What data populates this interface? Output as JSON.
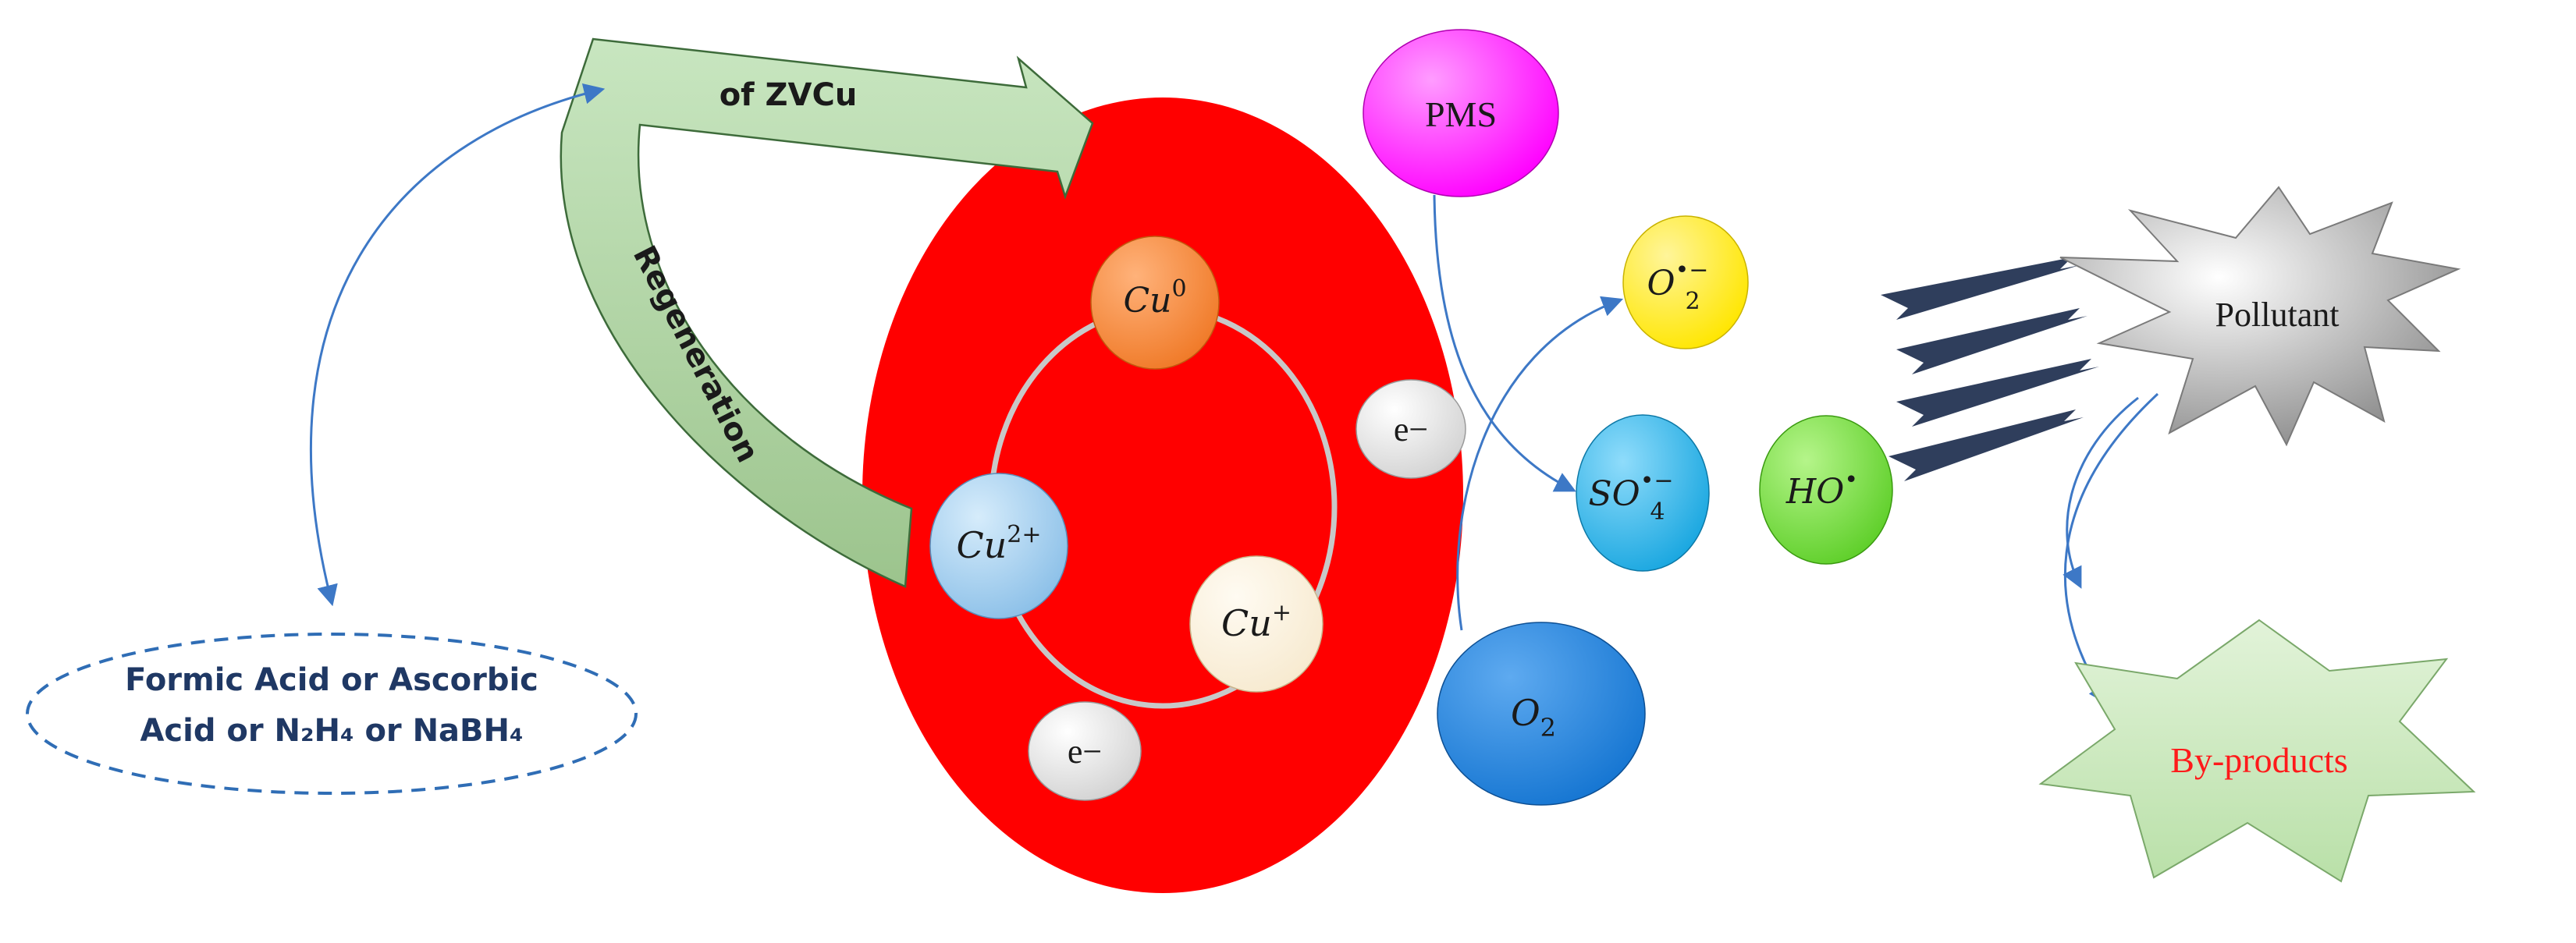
{
  "diagram": {
    "regeneration_arrow": {
      "line1": "of ZVCu",
      "line2": "Regeneration",
      "color_top": "#c8e6c0",
      "color_bottom": "#9cc48d"
    },
    "reducing_agents": {
      "line1": "Formic Acid or Ascorbic",
      "line2": "Acid or N₂H₄ or NaBH₄",
      "border_color": "#2f6db5",
      "text_color": "#1f3864"
    },
    "particle": {
      "color": "#ff0000"
    },
    "species": {
      "cu0": {
        "base": "Cu",
        "sup": "0",
        "color": "#f07a28"
      },
      "cu2": {
        "base": "Cu",
        "sup": "2+",
        "color": "#8cc0e8"
      },
      "cu1": {
        "base": "Cu",
        "sup": "+",
        "color": "#f7ead0"
      },
      "e_top": {
        "label": "e−"
      },
      "e_bottom": {
        "label": "e−"
      },
      "pms": {
        "label": "PMS",
        "color": "#ff00ff"
      },
      "o2rad": {
        "base": "O",
        "sup": "•−",
        "sub": "2",
        "color": "#ffe600"
      },
      "so4rad": {
        "base": "SO",
        "sup": "•−",
        "sub": "4",
        "color": "#1aa7e0"
      },
      "horad": {
        "base": "HO",
        "sup": "•",
        "color": "#5fcf2a"
      },
      "o2": {
        "base": "O",
        "sub": "2",
        "color": "#1676d2"
      }
    },
    "pollutant": {
      "label": "Pollutant",
      "color": "#c0c0c0"
    },
    "byproducts": {
      "label": "By-products",
      "fill": "#b9e0a8",
      "text_color": "#ff1a1a"
    },
    "arrow_color": "#3d78c6"
  }
}
